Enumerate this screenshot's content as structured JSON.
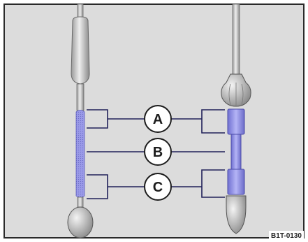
{
  "diagram": {
    "callouts": [
      {
        "label": "A"
      },
      {
        "label": "B"
      },
      {
        "label": "C"
      }
    ],
    "reference_code": "B1T-0130",
    "colors": {
      "background": "#dcdcdc",
      "frame": "#2a2a2a",
      "highlight": "#8c8ce8",
      "line": "#22225a",
      "device_gray": "#bdbdbd"
    }
  }
}
